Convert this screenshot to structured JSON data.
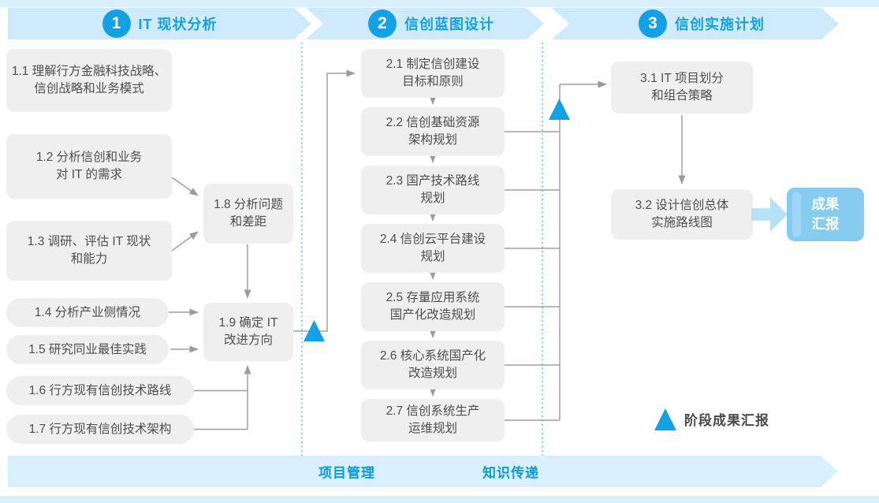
{
  "phases": [
    {
      "number": "1",
      "label": "IT 现状分析"
    },
    {
      "number": "2",
      "label": "信创蓝图设计"
    },
    {
      "number": "3",
      "label": "信创实施计划"
    }
  ],
  "nodes": {
    "n11": "1.1 理解行方金融科技战略、\n信创战略和业务模式",
    "n12": "1.2 分析信创和业务\n对 IT 的需求",
    "n13": "1.3 调研、评估 IT 现状\n和能力",
    "n14": "1.4 分析产业侧情况",
    "n15": "1.5 研究同业最佳实践",
    "n16": "1.6 行方现有信创技术路线",
    "n17": "1.7 行方现有信创技术架构",
    "n18": "1.8 分析问题\n和差距",
    "n19": "1.9 确定 IT\n改进方向",
    "n21": "2.1 制定信创建设\n目标和原则",
    "n22": "2.2 信创基础资源\n架构规划",
    "n23": "2.3 国产技术路线\n规划",
    "n24": "2.4 信创云平台建设\n规划",
    "n25": "2.5 存量应用系统\n国产化改造规划",
    "n26": "2.6 核心系统国产化\n改造规划",
    "n27": "2.7 信创系统生产\n运维规划",
    "n31": "3.1 IT 项目划分\n和组合策略",
    "n32": "3.2 设计信创总体\n实施路线图"
  },
  "result_box": {
    "label": "成果\n汇报"
  },
  "legend": {
    "label": "阶段成果汇报"
  },
  "bottom_banner": {
    "project": "项目管理",
    "knowledge": "知识传递"
  },
  "colors": {
    "accent_blue": "#14a1e4",
    "banner_blue": "#cfeafa",
    "strip_blue": "#d9effb",
    "box_gray": "#efefef",
    "box_text": "#4e4e4e",
    "line_gray": "#9b9b9b",
    "divider_dotted_blue": "#4fc0ef",
    "result_fill": "#85ccf0",
    "result_stripe": "#9fd7f4",
    "thick_arrow_fill": "#b5e2f8",
    "bottom_label_blue": "#0d9bd8"
  }
}
